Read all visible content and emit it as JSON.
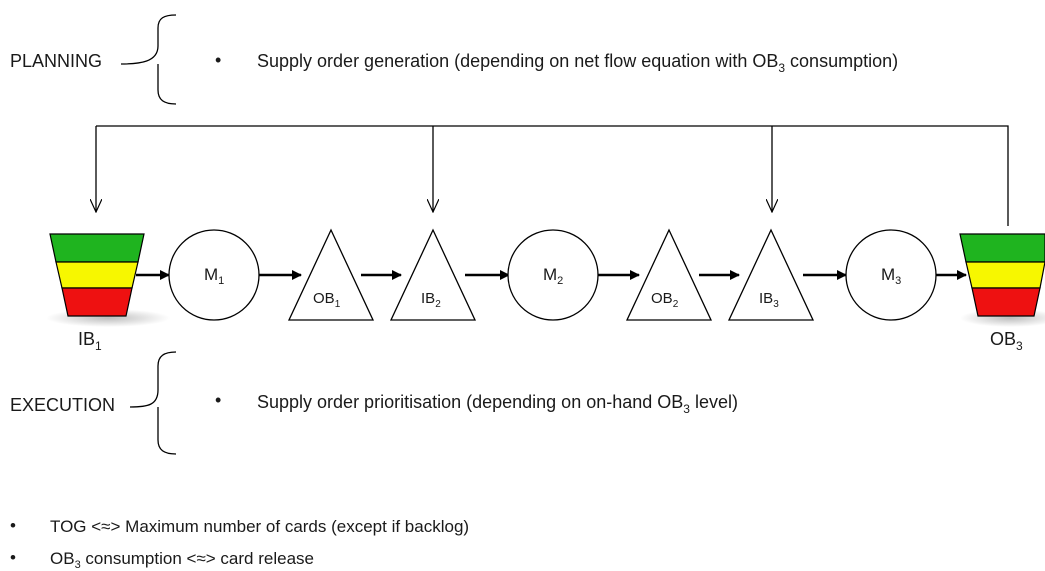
{
  "planning": {
    "label": "PLANNING",
    "bullet": "•",
    "text_before": "Supply order generation (depending on net flow equation with OB",
    "text_sub": "3",
    "text_after": " consumption)"
  },
  "execution": {
    "label": "EXECUTION",
    "bullet": "•",
    "text_before": "Supply order prioritisation  (depending on on-hand OB",
    "text_sub": "3",
    "text_after": " level)"
  },
  "flow": {
    "ib1": {
      "base": "IB",
      "sub": "1"
    },
    "m1": {
      "base": "M",
      "sub": "1"
    },
    "ob1": {
      "base": "OB",
      "sub": "1"
    },
    "ib2": {
      "base": "IB",
      "sub": "2"
    },
    "m2": {
      "base": "M",
      "sub": "2"
    },
    "ob2": {
      "base": "OB",
      "sub": "2"
    },
    "ib3": {
      "base": "IB",
      "sub": "3"
    },
    "m3": {
      "base": "M",
      "sub": "3"
    },
    "ob3": {
      "base": "OB",
      "sub": "3"
    }
  },
  "buffer_colors": {
    "green": "#1fb41f",
    "yellow": "#f7f700",
    "red": "#ee1111"
  },
  "notes": [
    {
      "bullet": "•",
      "before": "TOG <≈> Maximum number of cards (except if backlog)",
      "sub": "",
      "after": ""
    },
    {
      "bullet": "•",
      "before": "OB",
      "sub": "3",
      "after": " consumption <≈> card release"
    }
  ]
}
